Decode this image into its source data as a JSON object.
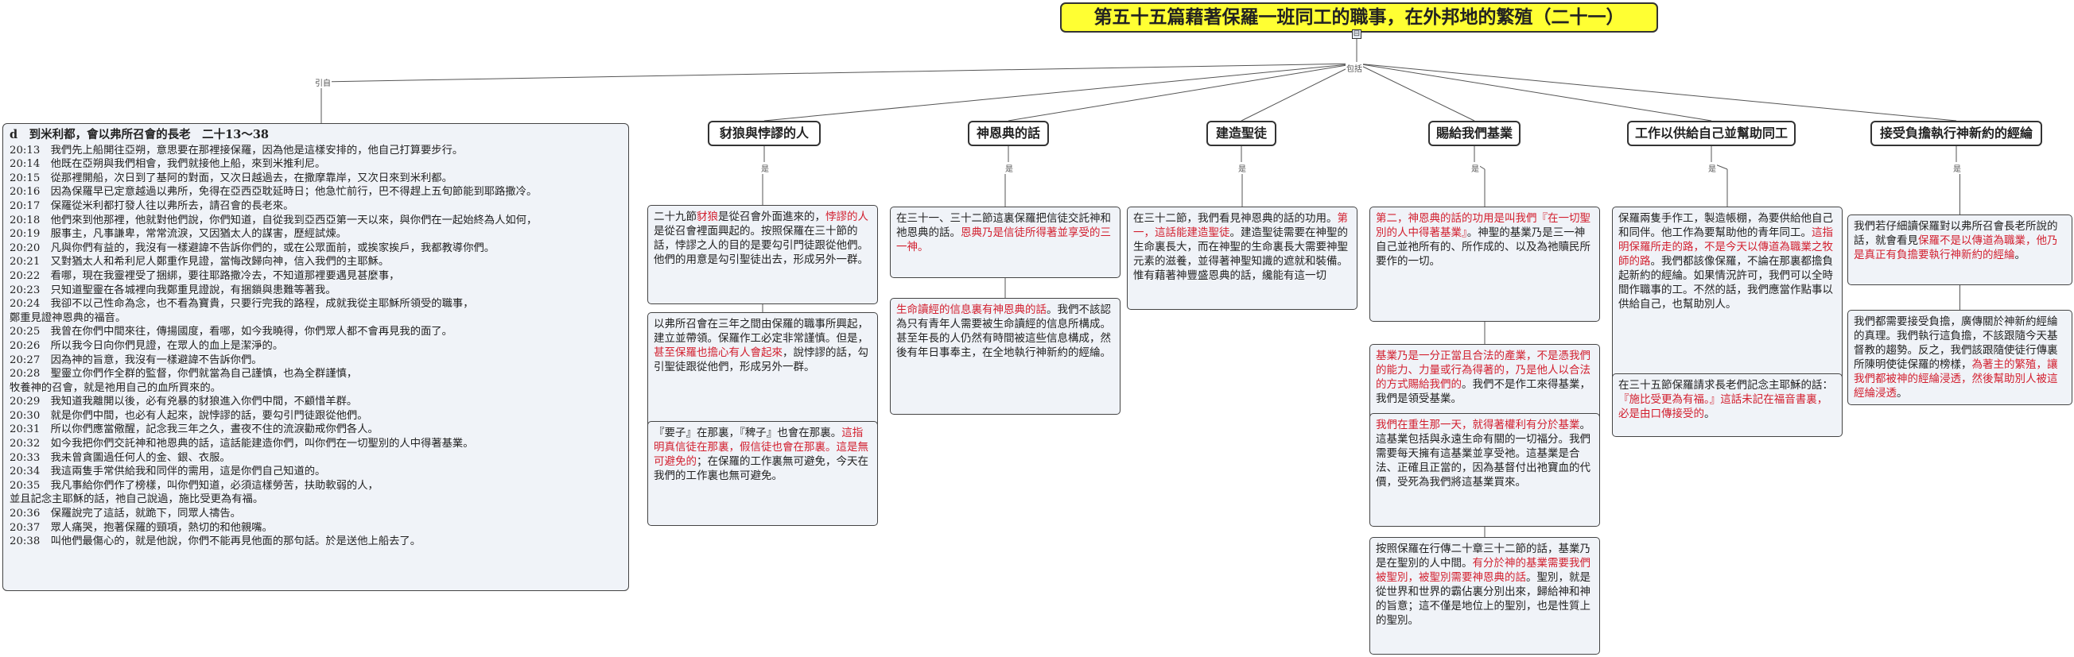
{
  "title": "第五十五篇藉著保羅一班同工的職事，在外邦地的繁殖（二十一）",
  "expander": "⊟",
  "edges": {
    "left": "引自",
    "main": "包括",
    "sub": "是"
  },
  "verses": {
    "heading": "d　到米利都，會以弗所召會的長老　二十13～38",
    "lines": [
      "20:13　我們先上船開往亞朔，意思要在那裡接保羅，因為他是這樣安排的，他自己打算要步行。",
      "20:14　他既在亞朔與我們相會，我們就接他上船，來到米推利尼。",
      "20:15　從那裡開船，次日到了基阿的對面，又次日越過去，在撒摩靠岸，又次日來到米利都。",
      "20:16　因為保羅早已定意越過以弗所，免得在亞西亞耽延時日；他急忙前行，巴不得趕上五旬節能到耶路撒冷。",
      "20:17　保羅從米利都打發人往以弗所去，請召會的長老來。",
      "20:18　他們來到他那裡，他就對他們說，你們知道，自從我到亞西亞第一天以來，與你們在一起始終為人如何，",
      "20:19　服事主，凡事謙卑，常常流淚，又因猶太人的謀害，歷經試煉。",
      "20:20　凡與你們有益的，我沒有一樣避諱不告訴你們的，或在公眾面前，或挨家挨戶，我都教導你們。",
      "20:21　又對猶太人和希利尼人鄭重作見證，當悔改歸向神，信入我們的主耶穌。",
      "20:22　看哪，現在我靈裡受了捆綁，要往耶路撒冷去，不知道那裡要遇見甚麼事，",
      "20:23　只知道聖靈在各城裡向我鄭重見證說，有捆鎖與患難等著我。",
      "20:24　我卻不以己性命為念，也不看為寶貴，只要行完我的路程，成就我從主耶穌所領受的職事，",
      "鄭重見證神恩典的福音。",
      "20:25　我曾在你們中間來往，傳揚國度，看哪，如今我曉得，你們眾人都不會再見我的面了。",
      "20:26　所以我今日向你們見證，在眾人的血上是潔淨的。",
      "20:27　因為神的旨意，我沒有一樣避諱不告訴你們。",
      "20:28　聖靈立你們作全群的監督，你們就當為自己謹慎，也為全群謹慎，",
      "牧養神的召會，就是祂用自己的血所買來的。",
      "20:29　我知道我離開以後，必有兇暴的豺狼進入你們中間，不顧惜羊群。",
      "20:30　就是你們中間，也必有人起來，說悖謬的話，要勾引門徒跟從他們。",
      "20:31　所以你們應當儆醒，記念我三年之久，晝夜不住的流淚勸戒你們各人。",
      "20:32　如今我把你們交託神和祂恩典的話，這話能建造你們，叫你們在一切聖別的人中得著基業。",
      "20:33　我未曾貪圖過任何人的金、銀、衣服。",
      "20:34　我這兩隻手常供給我和同伴的需用，這是你們自己知道的。",
      "20:35　我凡事給你們作了榜樣，叫你們知道，必須這樣勞苦，扶助軟弱的人，",
      "並且記念主耶穌的話，祂自己說過，施比受更為有福。",
      "20:36　保羅說完了這話，就跪下，同眾人禱告。",
      "20:37　眾人痛哭，抱著保羅的頸項，熱切的和他親嘴。",
      "20:38　叫他們最傷心的，就是他說，你們不能再見他面的那句話。於是送他上船去了。"
    ]
  },
  "columns": [
    {
      "title": "豺狼與悖謬的人",
      "boxes": [
        [
          [
            "n",
            "二十九節"
          ],
          [
            "r",
            "豺狼"
          ],
          [
            "n",
            "是從召會外面進來的，"
          ],
          [
            "r",
            "悖謬的人"
          ],
          [
            "n",
            "是從召會裡面興起的。按照保羅在三十節的話，悖謬之人的目的是要勾引門徒跟從他們。他們的用意是勾引聖徒出去，形成另外一群。"
          ]
        ],
        [
          [
            "n",
            "以弗所召會在三年之間由保羅的職事所興起，建立並帶領。保羅作工必定非常謹慎。但是，"
          ],
          [
            "r",
            "甚至保羅也擔心有人會起來"
          ],
          [
            "n",
            "，說悖謬的話，勾引聖徒跟從他們，形成另外一群。"
          ]
        ],
        [
          [
            "n",
            "『要子』在那裏，『稗子』也會在那裏。"
          ],
          [
            "r",
            "這指明真信徒在那裏，假信徒也會在那裏。這是無可避免的"
          ],
          [
            "n",
            "；在保羅的工作裏無可避免，今天在我們的工作裏也無可避免。"
          ]
        ]
      ]
    },
    {
      "title": "神恩典的話",
      "boxes": [
        [
          [
            "n",
            "在三十一、三十二節這裏保羅把信徒交託神和祂恩典的話。"
          ],
          [
            "r",
            "恩典乃是信徒所得著並享受的三一神。"
          ]
        ],
        [
          [
            "r",
            "生命讀經的信息裏有神恩典的話"
          ],
          [
            "n",
            "。我們不該認為只有青年人需要被生命讀經的信息所構成。甚至年長的人仍然有時間被這些信息構成，然後有年日事奉主，在全地執行神新約的經綸。"
          ]
        ]
      ]
    },
    {
      "title": "建造聖徒",
      "boxes": [
        [
          [
            "n",
            "在三十二節，我們看見神恩典的話的功用。"
          ],
          [
            "r",
            "第一，這話能建造聖徒"
          ],
          [
            "n",
            "。建造聖徒需要在神聖的生命裏長大，而在神聖的生命裏長大需要神聖元素的滋養，並得著神聖知識的遮就和裝備。惟有藉著神豐盛恩典的話，纔能有這一切"
          ]
        ]
      ]
    },
    {
      "title": "賜給我們基業",
      "boxes": [
        [
          [
            "r",
            "第二，神恩典的話的功用是叫我們『在一切聖別的人中得著基業』"
          ],
          [
            "n",
            "。神聖的基業乃是三一神自己並祂所有的、所作成的、以及為祂贖民所要作的一切。"
          ]
        ],
        [
          [
            "r",
            "基業乃是一分正當且合法的產業，不是憑我們的能力、力量或行為得著的，乃是他人以合法的方式賜給我們的"
          ],
          [
            "n",
            "。我們不是作工來得基業，我們是領受基業。"
          ]
        ],
        [
          [
            "r",
            "我們在重生那一天，就得著權利有分於基業"
          ],
          [
            "n",
            "。這基業包括與永遠生命有關的一切福分。我們需要每天擁有這基業並享受祂。這基業是合法、正確且正當的，因為基督付出祂寶血的代價，受死為我們將這基業買來。"
          ]
        ],
        [
          [
            "n",
            "按照保羅在行傳二十章三十二節的話，基業乃是在聖別的人中間。"
          ],
          [
            "r",
            "有分於神的基業需要我們被聖別，被聖別需要神恩典的話"
          ],
          [
            "n",
            "。聖別，就是從世界和世界的霸佔裏分別出來，歸給神和神的旨意；這不僅是地位上的聖別，也是性質上的聖別。"
          ]
        ]
      ]
    },
    {
      "title": "工作以供給自己並幫助同工",
      "boxes": [
        [
          [
            "n",
            "保羅兩隻手作工，製造帳棚，為要供給他自己和同伴。他工作為要幫助他的青年同工。"
          ],
          [
            "r",
            "這指明保羅所走的路，不是今天以傳道為職業之牧師的路"
          ],
          [
            "n",
            "。我們都該像保羅，不論在那裏都擔負起新約的經綸。如果情況許可，我們可以全時間作職事的工。不然的話，我們應當作點事以供給自己，也幫助別人。"
          ]
        ],
        [
          [
            "n",
            "在三十五節保羅請求長老們記念主耶穌的話："
          ],
          [
            "r",
            "『施比受更為有福。』這話未記在福音書裏，必是由口傳接受的"
          ],
          [
            "n",
            "。"
          ]
        ]
      ]
    },
    {
      "title": "接受負擔執行神新約的經綸",
      "boxes": [
        [
          [
            "n",
            "我們若仔細讀保羅對以弗所召會長老所說的話，就會看見"
          ],
          [
            "r",
            "保羅不是以傳道為職業，他乃是真正有負擔要執行神新約的經綸"
          ],
          [
            "n",
            "。"
          ]
        ],
        [
          [
            "n",
            "我們都需要接受負擔，廣傳關於神新約經綸的真理。我們執行這負擔，不該跟隨今天基督教的趨勢。反之，我們該跟隨使徒行傳裏所陳明使徒保羅的榜樣，"
          ],
          [
            "r",
            "為著主的繁殖，讓我們都被神的經綸浸透，然後幫助別人被這經綸浸透"
          ],
          [
            "n",
            "。"
          ]
        ]
      ]
    }
  ]
}
